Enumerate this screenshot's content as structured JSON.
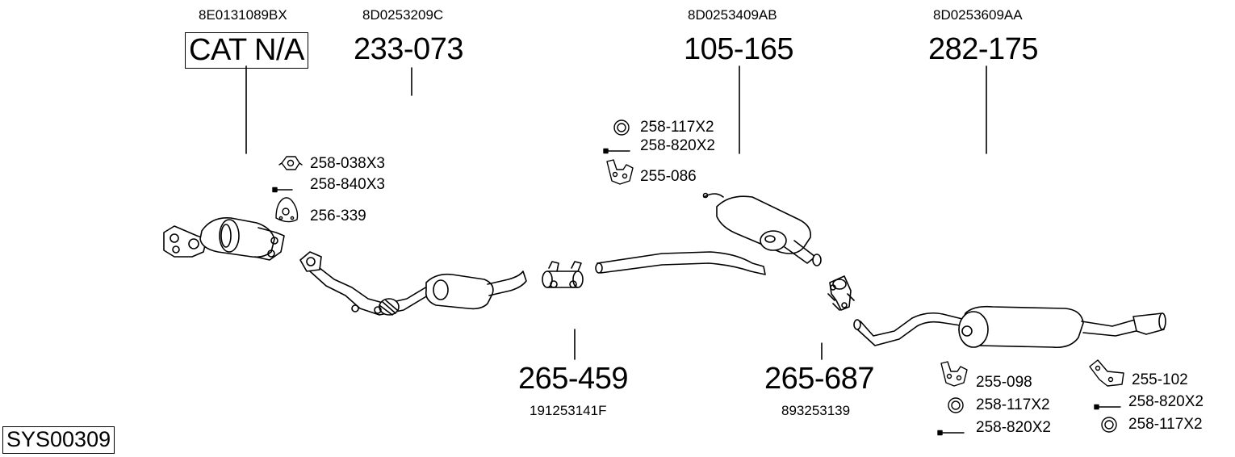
{
  "system_code": "SYS00309",
  "main_parts": [
    {
      "id": "cat",
      "oem": "8E0131089BX",
      "part": "CAT N/A"
    },
    {
      "id": "front_pipe",
      "oem": "8D0253209C",
      "part": "233-073"
    },
    {
      "id": "middle",
      "oem": "8D0253409AB",
      "part": "105-165"
    },
    {
      "id": "rear",
      "oem": "8D0253609AA",
      "part": "282-175"
    },
    {
      "id": "clamp1",
      "oem": "191253141F",
      "part": "265-459"
    },
    {
      "id": "clamp2",
      "oem": "893253139",
      "part": "265-687"
    }
  ],
  "accessories": {
    "cat": [
      {
        "icon": "nut-icon",
        "label": "258-038X3"
      },
      {
        "icon": "bolt-icon",
        "label": "258-840X3"
      },
      {
        "icon": "gasket-icon",
        "label": "256-339"
      }
    ],
    "middle": [
      {
        "icon": "ring-icon",
        "label": "258-117X2"
      },
      {
        "icon": "bolt-icon",
        "label": "258-820X2"
      },
      {
        "icon": "hanger-icon",
        "label": "255-086"
      }
    ],
    "rear_a": [
      {
        "icon": "hanger-icon",
        "label": "255-098"
      },
      {
        "icon": "ring-icon",
        "label": "258-117X2"
      },
      {
        "icon": "bolt-icon",
        "label": "258-820X2"
      }
    ],
    "rear_b": [
      {
        "icon": "bracket-icon",
        "label": "255-102"
      },
      {
        "icon": "bolt-icon",
        "label": "258-820X2"
      },
      {
        "icon": "ring-icon",
        "label": "258-117X2"
      }
    ]
  }
}
